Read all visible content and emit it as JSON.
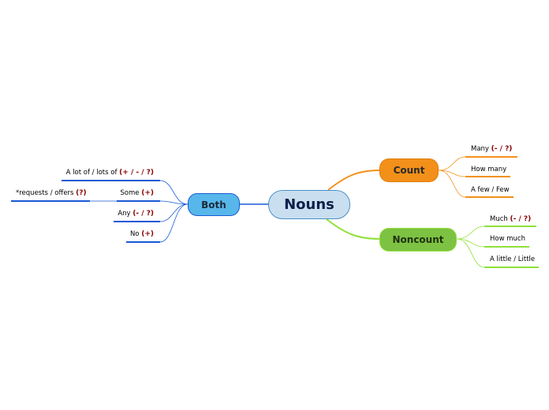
{
  "root": {
    "label": "Nouns"
  },
  "branches": {
    "count": {
      "label": "Count",
      "color": "#f39019",
      "items": [
        {
          "text": "Many",
          "mark": "(- / ?)"
        },
        {
          "text": "How many",
          "mark": ""
        },
        {
          "text": "A few / Few",
          "mark": ""
        }
      ]
    },
    "noncount": {
      "label": "Noncount",
      "color": "#7dc242",
      "items": [
        {
          "text": "Much",
          "mark": "(- / ?)"
        },
        {
          "text": "How much",
          "mark": ""
        },
        {
          "text": "A little / Little",
          "mark": ""
        }
      ]
    },
    "both": {
      "label": "Both",
      "color": "#57b7ea",
      "items": [
        {
          "text": "A lot of / lots of",
          "mark": "(+ / - / ?)"
        },
        {
          "text": "Some",
          "mark": "(+)"
        },
        {
          "text": "Any",
          "mark": "(- / ?)"
        },
        {
          "text": "No",
          "mark": "(+)"
        }
      ],
      "sub_items": [
        {
          "text": "*requests / offers",
          "mark": "(?)"
        }
      ]
    }
  },
  "colors": {
    "count_line": "#f39019",
    "noncount_line": "#8fe03a",
    "both_line": "#1a5ad6",
    "root_line": "#4a90c8",
    "mark_color": "#8b0000"
  }
}
